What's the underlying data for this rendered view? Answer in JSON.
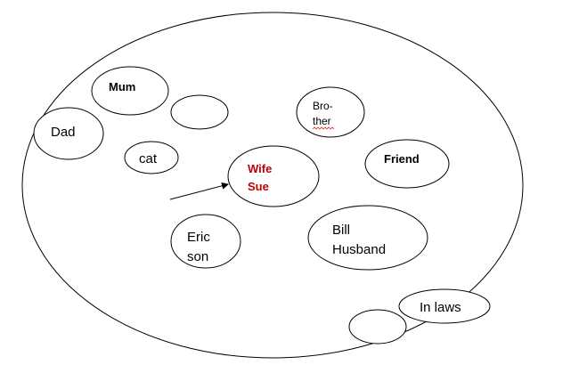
{
  "nodes": {
    "dad": "Dad",
    "mum": "Mum",
    "empty_top": "",
    "cat": "cat",
    "brother_line1": "Bro-",
    "brother_line2": "ther",
    "wife_line1": "Wife",
    "wife_line2": "Sue",
    "friend": "Friend",
    "eric_line1": "Eric",
    "eric_line2": "son",
    "bill_line1": "Bill",
    "bill_line2": "Husband",
    "in_laws": "In laws",
    "empty_bottom": ""
  },
  "colors": {
    "outline": "#000000",
    "wife_text": "#c00000",
    "spelling_squiggle": "#e03030"
  }
}
